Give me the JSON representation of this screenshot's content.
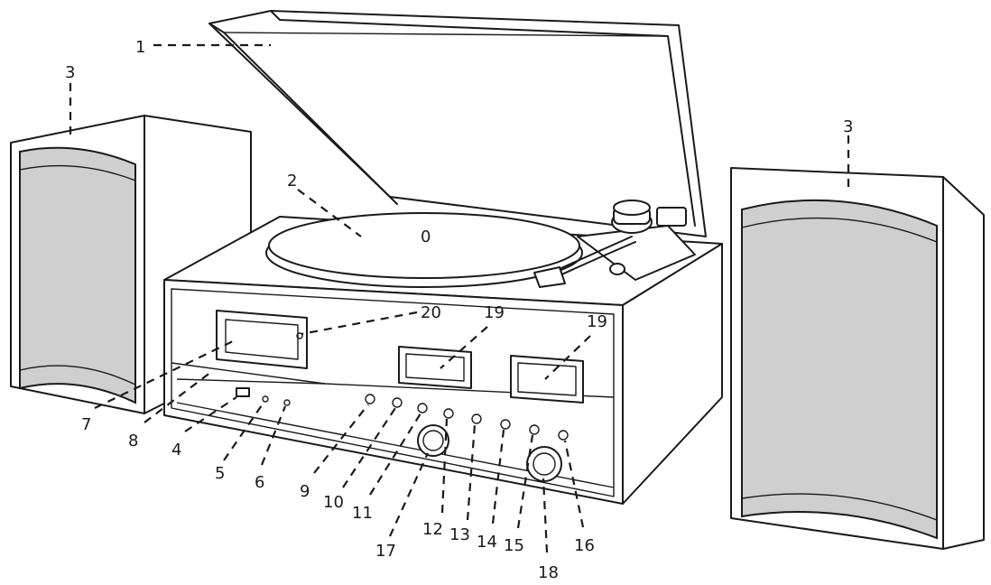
{
  "platter_mark": "0",
  "callouts": [
    {
      "text": "1"
    },
    {
      "text": "2"
    },
    {
      "text": "3"
    },
    {
      "text": "3"
    },
    {
      "text": "4"
    },
    {
      "text": "5"
    },
    {
      "text": "6"
    },
    {
      "text": "7"
    },
    {
      "text": "8"
    },
    {
      "text": "9"
    },
    {
      "text": "10"
    },
    {
      "text": "11"
    },
    {
      "text": "12"
    },
    {
      "text": "13"
    },
    {
      "text": "14"
    },
    {
      "text": "15"
    },
    {
      "text": "16"
    },
    {
      "text": "17"
    },
    {
      "text": "18"
    },
    {
      "text": "19"
    },
    {
      "text": "19"
    },
    {
      "text": "20"
    }
  ],
  "colors": {
    "line": "#1a1a1a",
    "grille": "#cfcfcf",
    "background": "#ffffff"
  }
}
